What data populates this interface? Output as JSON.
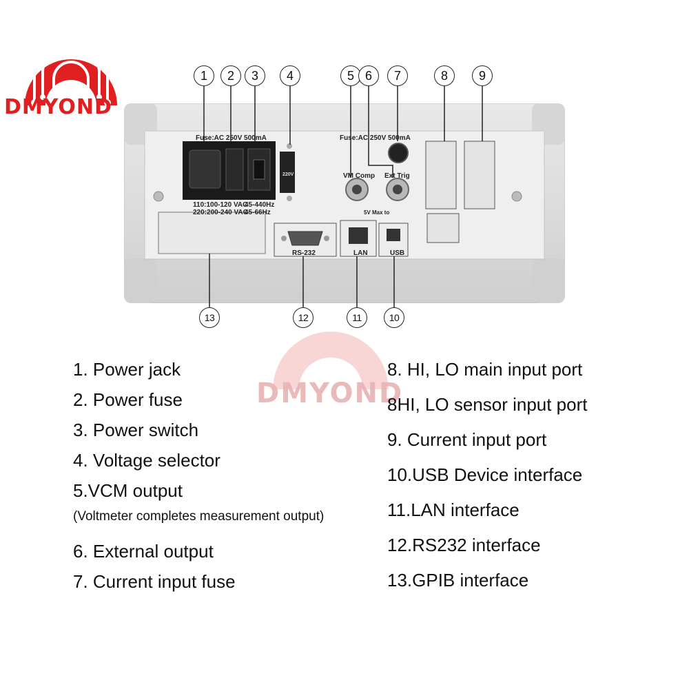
{
  "brand": {
    "name": "DMYOND",
    "watermark": "DMYOND"
  },
  "colors": {
    "brand_red": "#e02020",
    "panel_frame": "#dcdcdc",
    "panel_face": "#ededed"
  },
  "panel_labels": {
    "fuse_left": "Fuse:AC 250V 500mA",
    "fuse_right": "Fuse:AC 250V 500mA",
    "voltage_110": "110:100-120 VAC",
    "voltage_220": "220:200-240 VAC",
    "freq_110": "45-440Hz",
    "freq_220": "45-66Hz",
    "vm_comp": "VM Comp",
    "ext_trig": "Ext Trig",
    "max_note": "5V Max to",
    "selector": "220V",
    "rs232": "RS-232",
    "lan": "LAN",
    "usb": "USB"
  },
  "callouts": [
    "1",
    "2",
    "3",
    "4",
    "5",
    "6",
    "7",
    "8",
    "9",
    "10",
    "11",
    "12",
    "13"
  ],
  "legend_left": [
    "1. Power jack",
    "2. Power fuse",
    "3. Power switch",
    "4. Voltage selector",
    "5.VCM output",
    "(Voltmeter completes measurement output)",
    "6. External output",
    "7. Current input fuse"
  ],
  "legend_right": [
    "8. HI, LO main input port",
    "8HI, LO sensor input port",
    "9. Current input port",
    "10.USB Device interface",
    "11.LAN interface",
    "12.RS232 interface",
    "13.GPIB interface"
  ]
}
